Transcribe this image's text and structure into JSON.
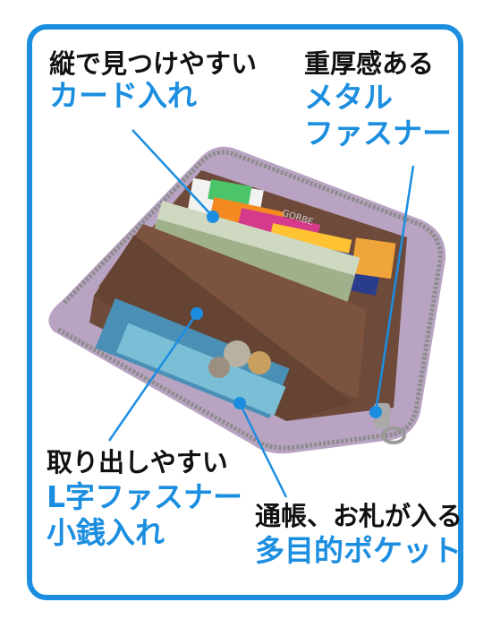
{
  "colors": {
    "accent": "#1c8ee0",
    "text": "#111111",
    "wallet_exterior": "#b9a3c2",
    "wallet_interior": "#6e4a3a"
  },
  "image": {
    "description": "Lavender long zip wallet opened to show interior compartments, cards, banknotes and coins",
    "brand_label": "GORBE"
  },
  "callouts": {
    "card_slots": {
      "title": "縦で見つけやすい",
      "highlight": "カード入れ"
    },
    "zipper": {
      "title": "重厚感ある",
      "highlight_1": "メタル",
      "highlight_2": "ファスナー"
    },
    "coin_pocket": {
      "title": "取り出しやすい",
      "highlight_1": "L字ファスナー",
      "highlight_2": "小銭入れ"
    },
    "multi_pocket": {
      "title": "通帳、お札が入る",
      "highlight": "多目的ポケット"
    }
  }
}
